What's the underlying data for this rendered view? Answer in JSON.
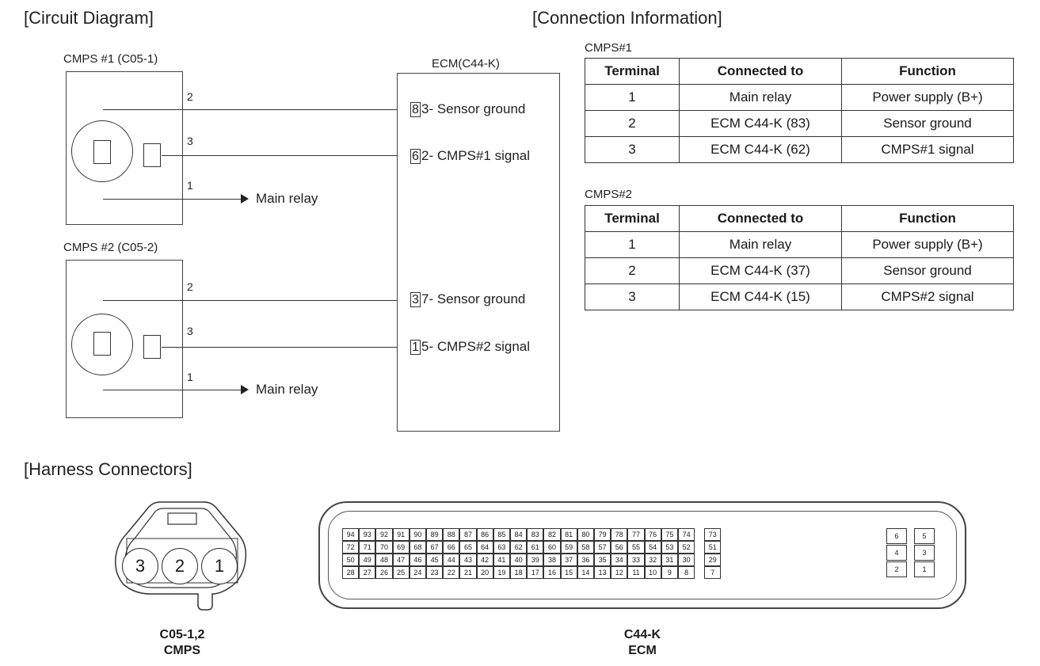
{
  "headings": {
    "circuit_diagram": "[Circuit Diagram]",
    "connection_information": "[Connection Information]",
    "harness_connectors": "[Harness Connectors]"
  },
  "circuit": {
    "sensor1": {
      "title": "CMPS #1 (C05-1)",
      "pins": [
        {
          "num": "2",
          "ecm_pin": "8",
          "ecm_rest": "3- Sensor ground"
        },
        {
          "num": "3",
          "ecm_pin": "6",
          "ecm_rest": "2- CMPS#1 signal"
        },
        {
          "num": "1",
          "dest": "Main relay"
        }
      ]
    },
    "sensor2": {
      "title": "CMPS #2 (C05-2)",
      "pins": [
        {
          "num": "2",
          "ecm_pin": "3",
          "ecm_rest": "7- Sensor ground"
        },
        {
          "num": "3",
          "ecm_pin": "1",
          "ecm_rest": "5- CMPS#2 signal"
        },
        {
          "num": "1",
          "dest": "Main relay"
        }
      ]
    },
    "ecm_title": "ECM(C44-K)"
  },
  "connection_tables": [
    {
      "title": "CMPS#1",
      "headers": [
        "Terminal",
        "Connected to",
        "Function"
      ],
      "rows": [
        [
          "1",
          "Main relay",
          "Power supply (B+)"
        ],
        [
          "2",
          "ECM C44-K (83)",
          "Sensor ground"
        ],
        [
          "3",
          "ECM C44-K (62)",
          "CMPS#1 signal"
        ]
      ]
    },
    {
      "title": "CMPS#2",
      "headers": [
        "Terminal",
        "Connected to",
        "Function"
      ],
      "rows": [
        [
          "1",
          "Main relay",
          "Power supply (B+)"
        ],
        [
          "2",
          "ECM C44-K (37)",
          "Sensor ground"
        ],
        [
          "3",
          "ECM C44-K (15)",
          "CMPS#2 signal"
        ]
      ]
    }
  ],
  "harness": {
    "cmps_connector": {
      "pins": [
        "3",
        "2",
        "1"
      ],
      "caption_line1": "C05-1,2",
      "caption_line2": "CMPS"
    },
    "ecm_connector": {
      "main_rows": [
        [
          "94",
          "93",
          "92",
          "91",
          "90",
          "89",
          "88",
          "87",
          "86",
          "85",
          "84",
          "83",
          "82",
          "81",
          "80",
          "79",
          "78",
          "77",
          "76",
          "75",
          "74",
          "73"
        ],
        [
          "72",
          "71",
          "70",
          "69",
          "68",
          "67",
          "66",
          "65",
          "64",
          "63",
          "62",
          "61",
          "60",
          "59",
          "58",
          "57",
          "56",
          "55",
          "54",
          "53",
          "52",
          "51"
        ],
        [
          "50",
          "49",
          "48",
          "47",
          "46",
          "45",
          "44",
          "43",
          "42",
          "41",
          "40",
          "39",
          "38",
          "37",
          "36",
          "35",
          "34",
          "33",
          "32",
          "31",
          "30",
          "29"
        ],
        [
          "28",
          "27",
          "26",
          "25",
          "24",
          "23",
          "22",
          "21",
          "20",
          "19",
          "18",
          "17",
          "16",
          "15",
          "14",
          "13",
          "12",
          "11",
          "10",
          "9",
          "8",
          "7"
        ]
      ],
      "side_rows": [
        [
          "6",
          "5"
        ],
        [
          "4",
          "3"
        ],
        [
          "2",
          "1"
        ]
      ],
      "caption_line1": "C44-K",
      "caption_line2": "ECM"
    }
  }
}
